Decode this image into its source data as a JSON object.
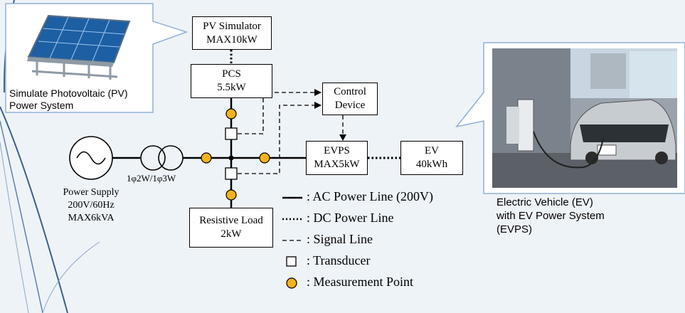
{
  "pv_callout": {
    "line1": "Simulate Photovoltaic (PV)",
    "line2": "Power System"
  },
  "ev_callout": {
    "line1": "Electric Vehicle (EV)",
    "line2": "with EV Power System",
    "line3": "(EVPS)"
  },
  "blocks": {
    "pv_simulator": {
      "line1": "PV Simulator",
      "line2": "MAX10kW"
    },
    "pcs": {
      "line1": "PCS",
      "line2": "5.5kW"
    },
    "control_device": {
      "line1": "Control",
      "line2": "Device"
    },
    "evps": {
      "line1": "EVPS",
      "line2": "MAX5kW"
    },
    "ev": {
      "line1": "EV",
      "line2": "40kWh"
    },
    "resistive_load": {
      "line1": "Resistive Load",
      "line2": "2kW"
    }
  },
  "power_supply": {
    "line1": "Power Supply",
    "line2": "200V/60Hz",
    "line3": "MAX6kVA"
  },
  "transformer_label": "1φ2W/1φ3W",
  "legend": [
    {
      "symbol": "solid-line",
      "label": ": AC Power Line (200V)"
    },
    {
      "symbol": "dotted-line",
      "label": ": DC Power Line"
    },
    {
      "symbol": "dashed-line",
      "label": ": Signal Line"
    },
    {
      "symbol": "square",
      "label": ": Transducer"
    },
    {
      "symbol": "circle",
      "label": ": Measurement Point"
    }
  ],
  "colors": {
    "measurement_point": "#f5b21b",
    "background": "#eef3f8",
    "line": "#000000"
  }
}
